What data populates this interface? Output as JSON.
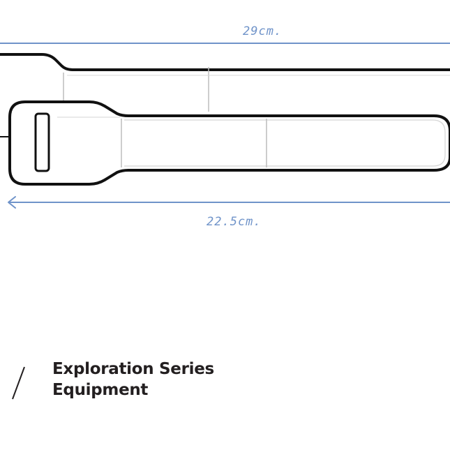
{
  "diagram": {
    "dimensions": {
      "upper_length": "29cm.",
      "lower_length": "22.5cm."
    },
    "colors": {
      "outline": "#111111",
      "dimension": "#6f93c9",
      "seam": "#bcbcbc",
      "caption": "#231f20"
    }
  },
  "caption": {
    "line1": "Exploration Series",
    "line2": "Equipment"
  }
}
